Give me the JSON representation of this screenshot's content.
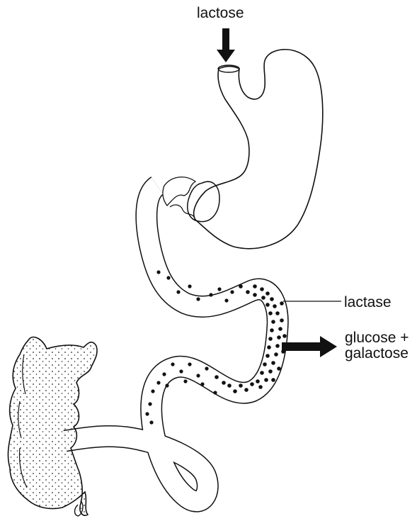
{
  "labels": {
    "input": "lactose",
    "enzyme": "lactase",
    "products_line1": "glucose +",
    "products_line2": "galactose"
  },
  "colors": {
    "ink": "#111111",
    "background": "#ffffff"
  },
  "icons": {
    "input_arrow": "arrow-down-icon",
    "output_arrow": "arrow-right-icon"
  }
}
